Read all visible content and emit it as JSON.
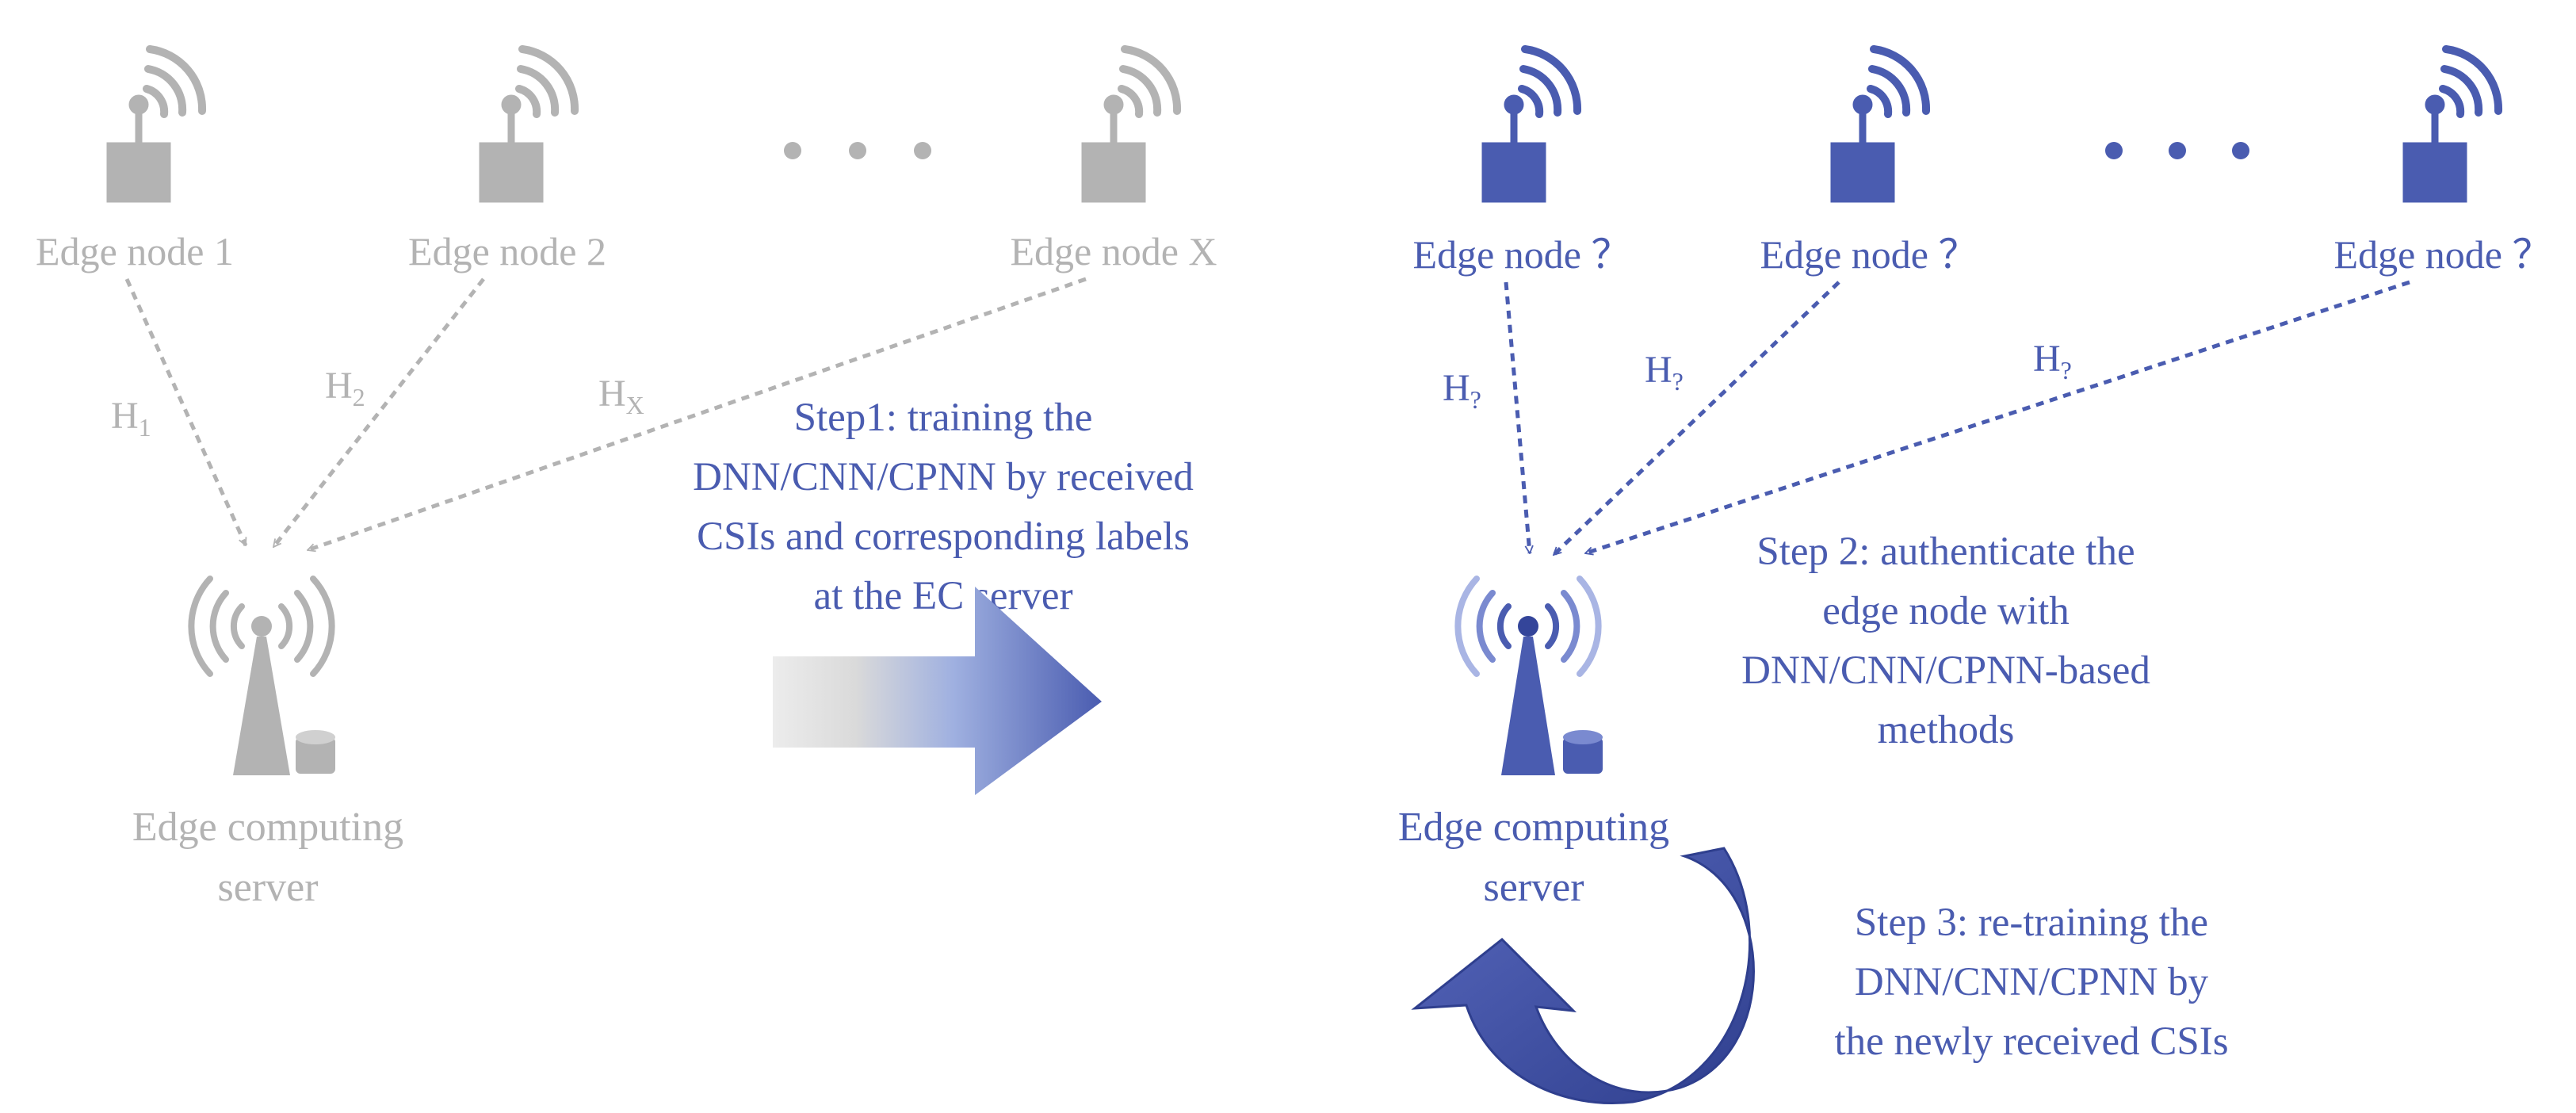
{
  "colors": {
    "gray": "#b3b3b3",
    "blue": "#4a5cb0",
    "blue_dark": "#34459a",
    "blue_light": "#8f9fd6"
  },
  "phase1": {
    "nodes": [
      {
        "label": "Edge node 1",
        "channel": "H",
        "channel_sub": "1"
      },
      {
        "label": "Edge node 2",
        "channel": "H",
        "channel_sub": "2"
      },
      {
        "label": "Edge node X",
        "channel": "H",
        "channel_sub": "X"
      }
    ],
    "ellipsis_icon": "three-dots",
    "server_line1": "Edge computing",
    "server_line2": "server",
    "step_lines": [
      "Step1: training the",
      "DNN/CNN/CPNN by received",
      "CSIs and corresponding labels",
      "at the EC server"
    ],
    "arrow_icon": "gradient-right-arrow"
  },
  "phase2": {
    "nodes": [
      {
        "label": "Edge node ？",
        "channel": "H",
        "channel_sub": "?"
      },
      {
        "label": "Edge node ？",
        "channel": "H",
        "channel_sub": "?"
      },
      {
        "label": "Edge node ？",
        "channel": "H",
        "channel_sub": "?"
      }
    ],
    "ellipsis_icon": "three-dots",
    "server_line1": "Edge computing",
    "server_line2": "server",
    "step2_lines": [
      "Step 2: authenticate the",
      "edge node with",
      "DNN/CNN/CPNN-based",
      "methods"
    ],
    "step3_lines": [
      "Step 3: re-training the",
      "DNN/CNN/CPNN by",
      "the newly received CSIs"
    ],
    "loop_icon": "curved-return-arrow"
  }
}
